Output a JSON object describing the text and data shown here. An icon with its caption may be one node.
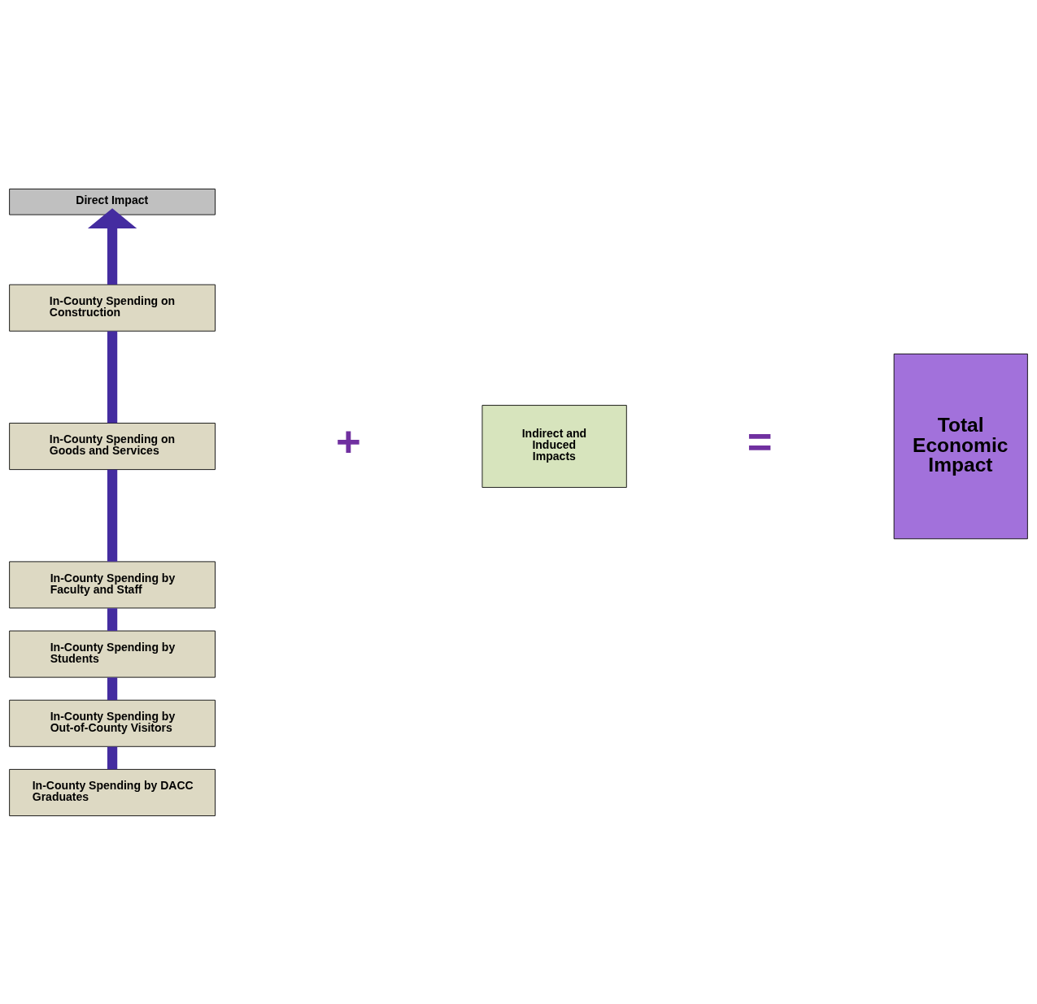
{
  "diagram": {
    "nodes": [
      {
        "text": [
          "Direct Impact"
        ]
      },
      {
        "text": [
          "In-County Spending on Construction"
        ]
      },
      {
        "text": [
          "In-County Spending on Goods and Services"
        ]
      },
      {
        "text": [
          "In-County Spending by Faculty and Staff"
        ]
      },
      {
        "text": [
          "In-County Spending by Students"
        ]
      },
      {
        "text": [
          "In-County Spending by Out-of-County Visitors"
        ]
      },
      {
        "text": [
          "In-County Spending by DACC Graduates"
        ]
      },
      {
        "text": [
          "Indirect and Induced Impacts"
        ]
      },
      {
        "text": [
          "Total Economic Impact"
        ]
      }
    ],
    "edges": [
      {
        "from": 6,
        "to": 5,
        "arrow": "none"
      },
      {
        "from": 5,
        "to": 4,
        "arrow": "none"
      },
      {
        "from": 4,
        "to": 3,
        "arrow": "none"
      },
      {
        "from": 3,
        "to": 2,
        "arrow": "none"
      },
      {
        "from": 2,
        "to": 1,
        "arrow": "none"
      },
      {
        "from": 1,
        "to": 0,
        "arrow": "to"
      }
    ],
    "labels": [
      "+",
      "="
    ]
  }
}
